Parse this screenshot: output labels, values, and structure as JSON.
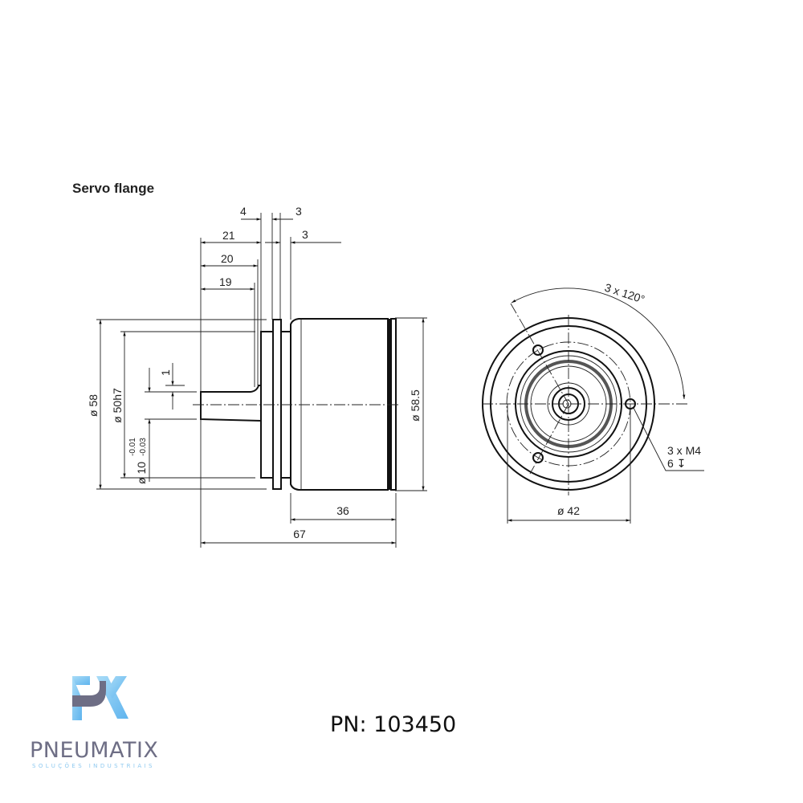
{
  "drawing": {
    "title": "Servo flange",
    "side_view": {
      "dim_4": "4",
      "dim_3_top": "3",
      "dim_21": "21",
      "dim_3_second": "3",
      "dim_20": "20",
      "dim_19": "19",
      "dim_1": "1",
      "dia_58": "ø 58",
      "dia_50h7": "ø 50h7",
      "dia_10": "ø 10",
      "dia_10_tol_upper": "-0.01",
      "dia_10_tol_lower": "-0.03",
      "dia_58_5": "ø 58.5",
      "dim_36": "36",
      "dim_67": "67"
    },
    "front_view": {
      "angle_label": "3 x 120°",
      "thread_label": "3 x M4",
      "depth_label": "6 ↧",
      "dia_42": "ø 42"
    }
  },
  "part_number": "PN: 103450",
  "logo": {
    "name": "PNEUMATIX",
    "tagline": "SOLUÇÕES INDUSTRIAIS",
    "colors": {
      "gray": "#6e6e85",
      "blue": "#8fcaf0"
    }
  }
}
